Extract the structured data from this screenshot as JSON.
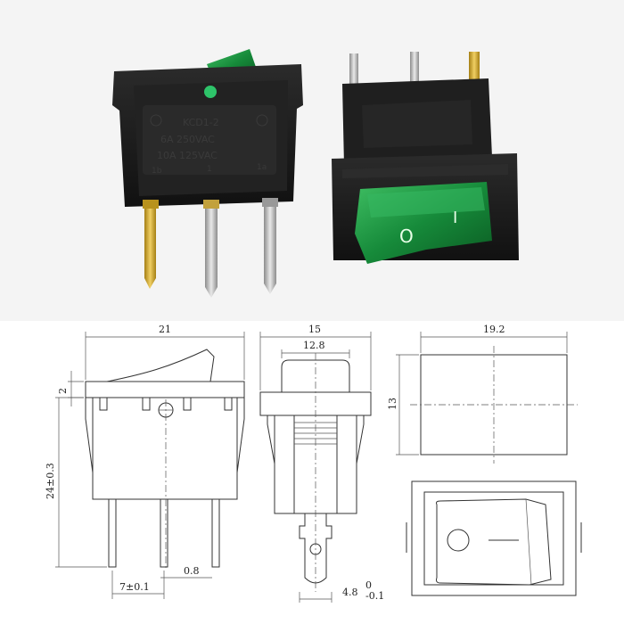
{
  "photo": {
    "left_switch": {
      "model": "KCD1-2",
      "rating_1": "6A  250VAC",
      "rating_2": "10A  125VAC",
      "pin_left": "1b",
      "pin_mid": "1",
      "pin_right": "1a"
    },
    "rocker_symbol_off": "O",
    "rocker_symbol_on": "I",
    "colors": {
      "rocker": "#1a8a3a",
      "housing": "#1b1b1b",
      "terminal_gold": "#c9a227",
      "terminal_silver": "#b9b9b9"
    }
  },
  "drawing": {
    "side_view": {
      "width": "21",
      "height": "24±0.3",
      "rocker_height": "2",
      "pin_pitch": "7±0.1",
      "pin_thickness": "0.8"
    },
    "front_view": {
      "width": "15",
      "rocker_width": "12.8",
      "terminal_width": "4.8",
      "tolerance_upper": "0",
      "tolerance_lower": "-0.1"
    },
    "cutout_view": {
      "width": "19.2",
      "height": "13"
    },
    "top_view": {
      "symbol_off": "O",
      "symbol_on": "—"
    }
  }
}
